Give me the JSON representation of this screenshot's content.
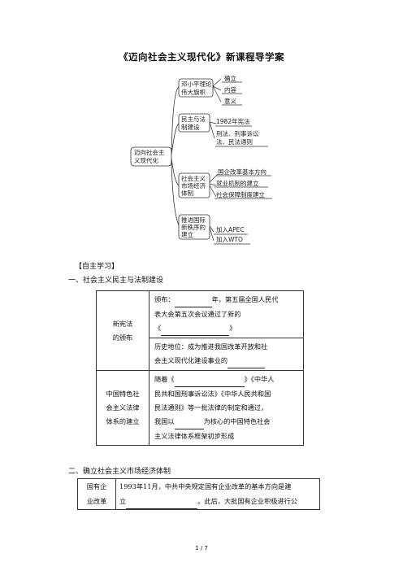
{
  "title": "《迈向社会主义现代化》新课程导学案",
  "mindmap": {
    "root": [
      "迈向社会主",
      "义现代化"
    ],
    "branches": [
      {
        "label": [
          "邓小平理论",
          "伟大旗帜"
        ],
        "items": [
          "确立",
          "内容",
          "意义"
        ]
      },
      {
        "label": [
          "民主与法",
          "制建设"
        ],
        "items": [
          "1982年宪法",
          "刑法、刑事诉讼",
          "法、民法通则"
        ]
      },
      {
        "label": [
          "社会主义",
          "市场经济",
          "体制"
        ],
        "items": [
          "国企改革基本方向",
          "就业机制的建立",
          "社会保障制度建立"
        ]
      },
      {
        "label": [
          "推进国际",
          "新秩序的",
          "建立"
        ],
        "items": [
          "加入APEC",
          "加入WTO"
        ]
      }
    ]
  },
  "heading_self_study": "【自主学习】",
  "section1": "一、社会主义民主与法制建设",
  "table1": {
    "row1_label": [
      "新宪法",
      "的颁布"
    ],
    "row1_a_lines": [
      "颁布：",
      "年，第五届全国人民代",
      "表大会第五次会议通过了新的",
      "《",
      "》"
    ],
    "row1_b_lines": [
      "历史地位：成为推进我国改革开放和社",
      "会主义现代化建设事业的"
    ],
    "row2_label": [
      "中国特色社",
      "会主义法律",
      "体系的建立"
    ],
    "row2_lines": [
      "随着《",
      "》《中华人",
      "民共和国刑事诉讼法》《中华人民共和国",
      "民法通则》等一批法律的制定和通过，",
      "我国以",
      "为核心的中国特色社会",
      "主义法律体系框架初步形成"
    ]
  },
  "section2": "二、确立社会主义市场经济体制",
  "table2": {
    "label": [
      "国有企",
      "业改革"
    ],
    "lines": [
      "1993年11月，中共中央规定国有企业改革的基本方向是建",
      "立",
      "。此后，大批国有企业积极进行公"
    ]
  },
  "footer": "1 / 7"
}
